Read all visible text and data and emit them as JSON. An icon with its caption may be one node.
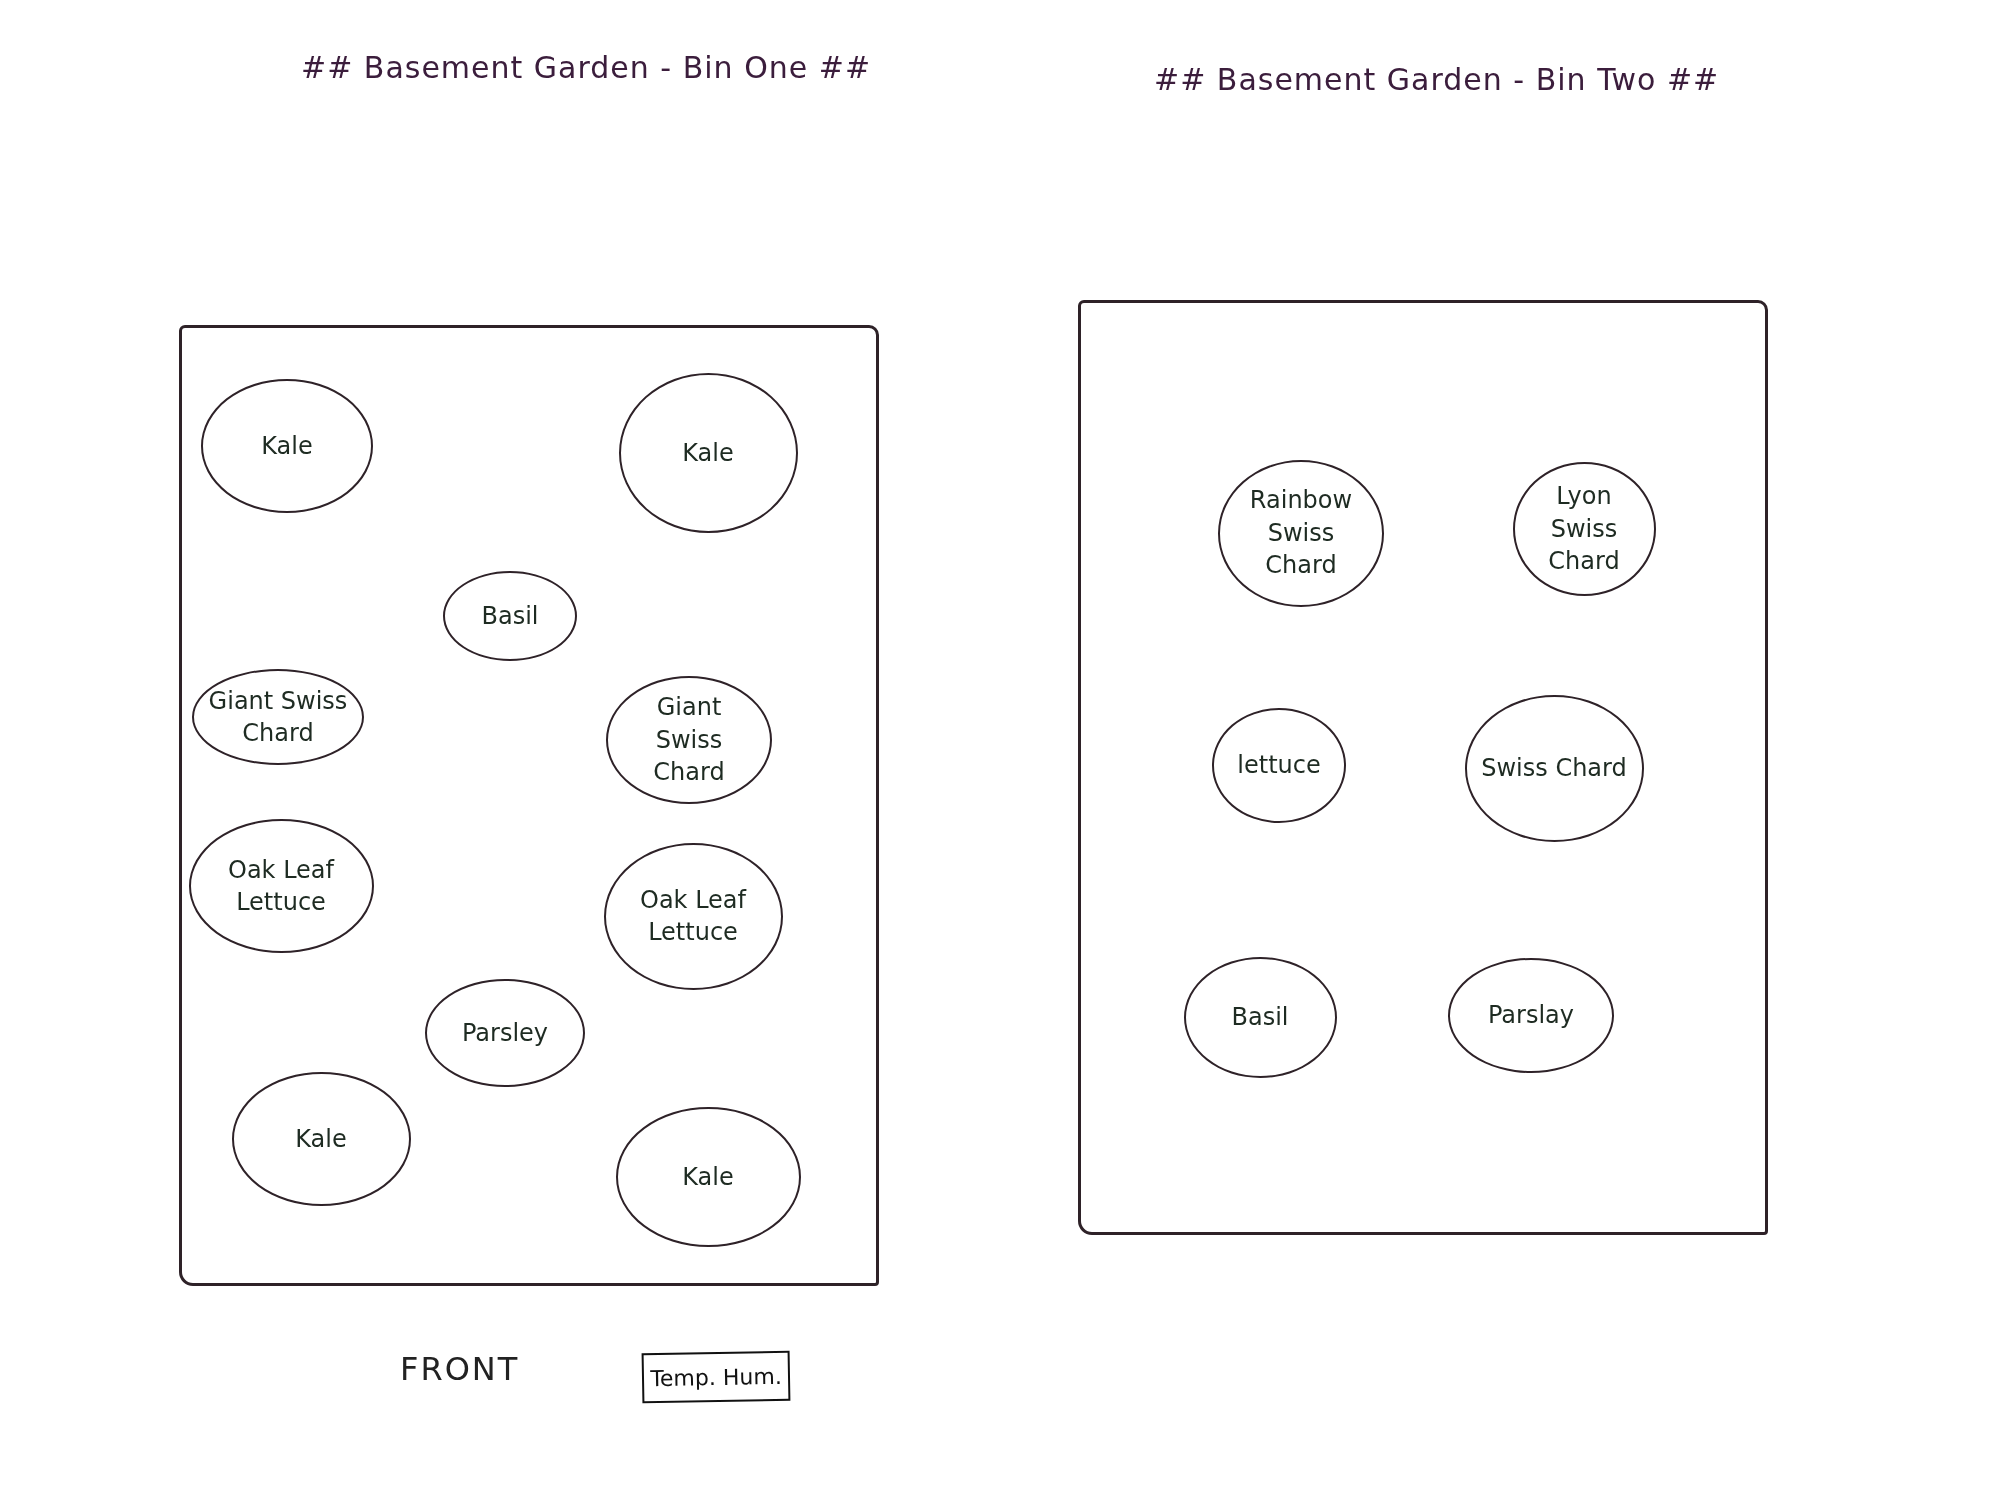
{
  "diagram": {
    "nodes": [
      {
        "text": [],
        "shape": "box"
      },
      {
        "text": [
          "Kale"
        ],
        "in": 0
      },
      {
        "text": [
          "Kale"
        ],
        "in": 0
      },
      {
        "text": [
          "Basil"
        ],
        "in": 0
      },
      {
        "text": [
          "Giant Swiss Chard"
        ],
        "in": 0
      },
      {
        "text": [
          "Giant Swiss Chard"
        ],
        "in": 0
      },
      {
        "text": [
          "Oak Leaf Lettuce"
        ],
        "in": 0
      },
      {
        "text": [
          "Oak Leaf Lettuce"
        ],
        "in": 0
      },
      {
        "text": [
          "Parsley"
        ],
        "in": 0
      },
      {
        "text": [
          "Kale"
        ],
        "in": 0
      },
      {
        "text": [
          "Kale"
        ],
        "in": 0
      },
      {
        "text": [],
        "shape": "box"
      },
      {
        "text": [
          "Rainbow Swiss Chard"
        ],
        "in": 11
      },
      {
        "text": [
          "Lyon Swiss Chard"
        ],
        "in": 11
      },
      {
        "text": [
          "lettuce"
        ],
        "in": 11
      },
      {
        "text": [
          "Swiss Chard"
        ],
        "in": 11
      },
      {
        "text": [
          "Basil"
        ],
        "in": 11
      },
      {
        "text": [
          "Parslay"
        ],
        "in": 11
      },
      {
        "text": [
          "Temp. Hum."
        ]
      }
    ],
    "edges": [],
    "labels": [
      "## Basement Garden - Bin One ##",
      "## Basement Garden - Bin Two ##",
      "FRONT"
    ]
  }
}
